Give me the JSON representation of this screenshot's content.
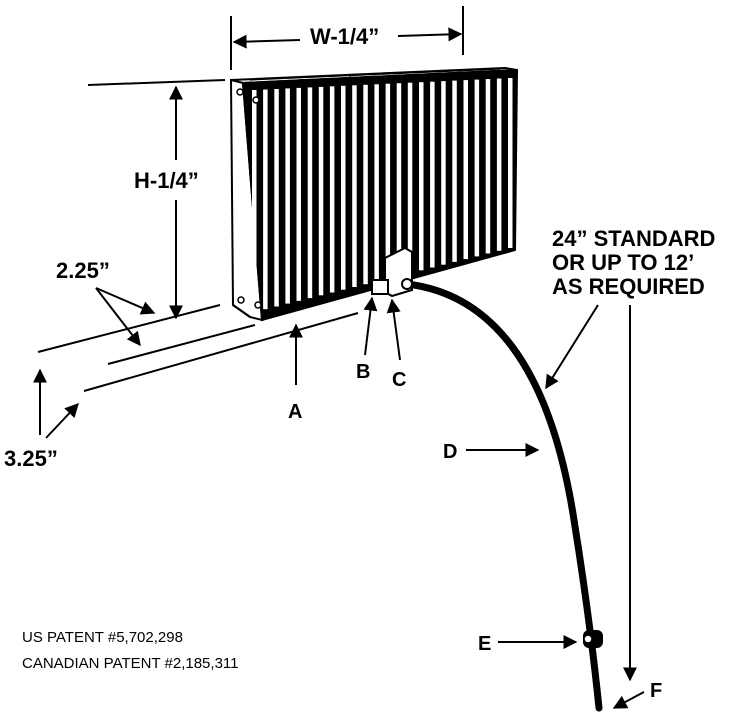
{
  "dimensions": {
    "width": "W-1/4”",
    "height": "H-1/4”",
    "depth_top": "2.25”",
    "depth_bottom": "3.25”"
  },
  "cable_note": {
    "line1": "24” STANDARD",
    "line2": "OR UP TO 12’",
    "line3": "AS REQUIRED"
  },
  "callouts": {
    "a": "A",
    "b": "B",
    "c": "C",
    "d": "D",
    "e": "E",
    "f": "F"
  },
  "patents": {
    "us": "US PATENT #5,702,298",
    "canadian": "CANADIAN PATENT #2,185,311"
  }
}
